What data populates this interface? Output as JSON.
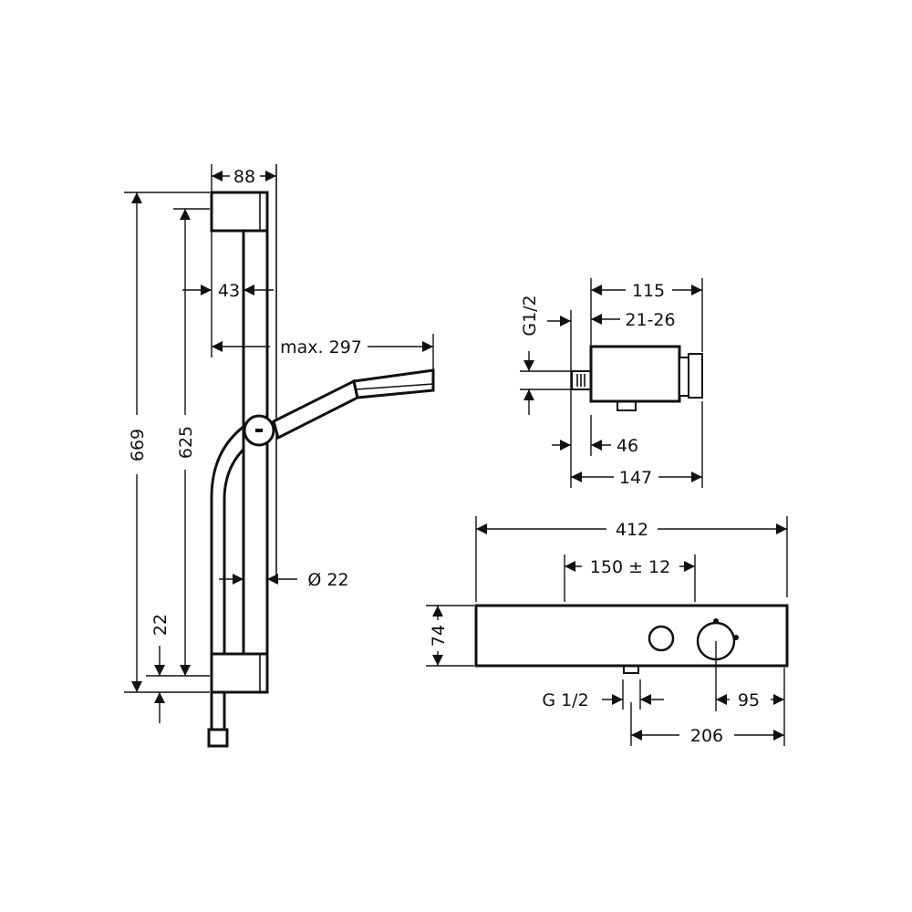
{
  "shower_rail": {
    "width_top": "88",
    "total_height": "669",
    "mount_distance": "625",
    "rail_offset": "43",
    "max_reach": "max. 297",
    "rail_diameter": "Ø 22",
    "bottom_offset": "22"
  },
  "valve": {
    "length": "115",
    "wall_depth": "21-26",
    "thread": "G1/2",
    "inlet_offset": "46",
    "total_length": "147"
  },
  "thermostat": {
    "width": "412",
    "connection_spacing": "150 ± 12",
    "height": "74",
    "outlet_thread": "G 1/2",
    "knob_offset": "95",
    "outlet_offset": "206"
  },
  "colors": {
    "line": "#111111",
    "background": "#ffffff"
  }
}
